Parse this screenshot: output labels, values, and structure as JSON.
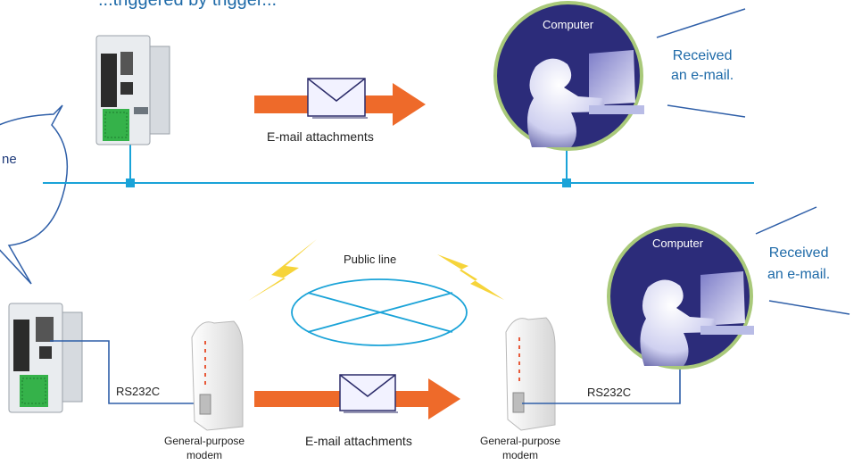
{
  "labels": {
    "top_fragment": "...triggered by trigger...",
    "bubble_fragment": "ne",
    "computer": "Computer",
    "received_top_line1": "Received",
    "received_top_line2": "an e-mail.",
    "received_bottom_line1": "Received",
    "received_bottom_line2": "an e-mail.",
    "email_attachments_top": "E-mail attachments",
    "email_attachments_bottom": "E-mail attachments",
    "public_line": "Public line",
    "rs232c_left": "RS232C",
    "rs232c_right": "RS232C",
    "modem_left_line1": "General-purpose",
    "modem_left_line2": "modem",
    "modem_right_line1": "General-purpose",
    "modem_right_line2": "modem"
  },
  "colors": {
    "network_line": "#1aa3d8",
    "arrow": "#ee6a2a",
    "lightning": "#f6d43a",
    "computer_bg": "#2c2c7a",
    "computer_ring": "#a9c97a",
    "text_blue": "#1e6aa8"
  }
}
